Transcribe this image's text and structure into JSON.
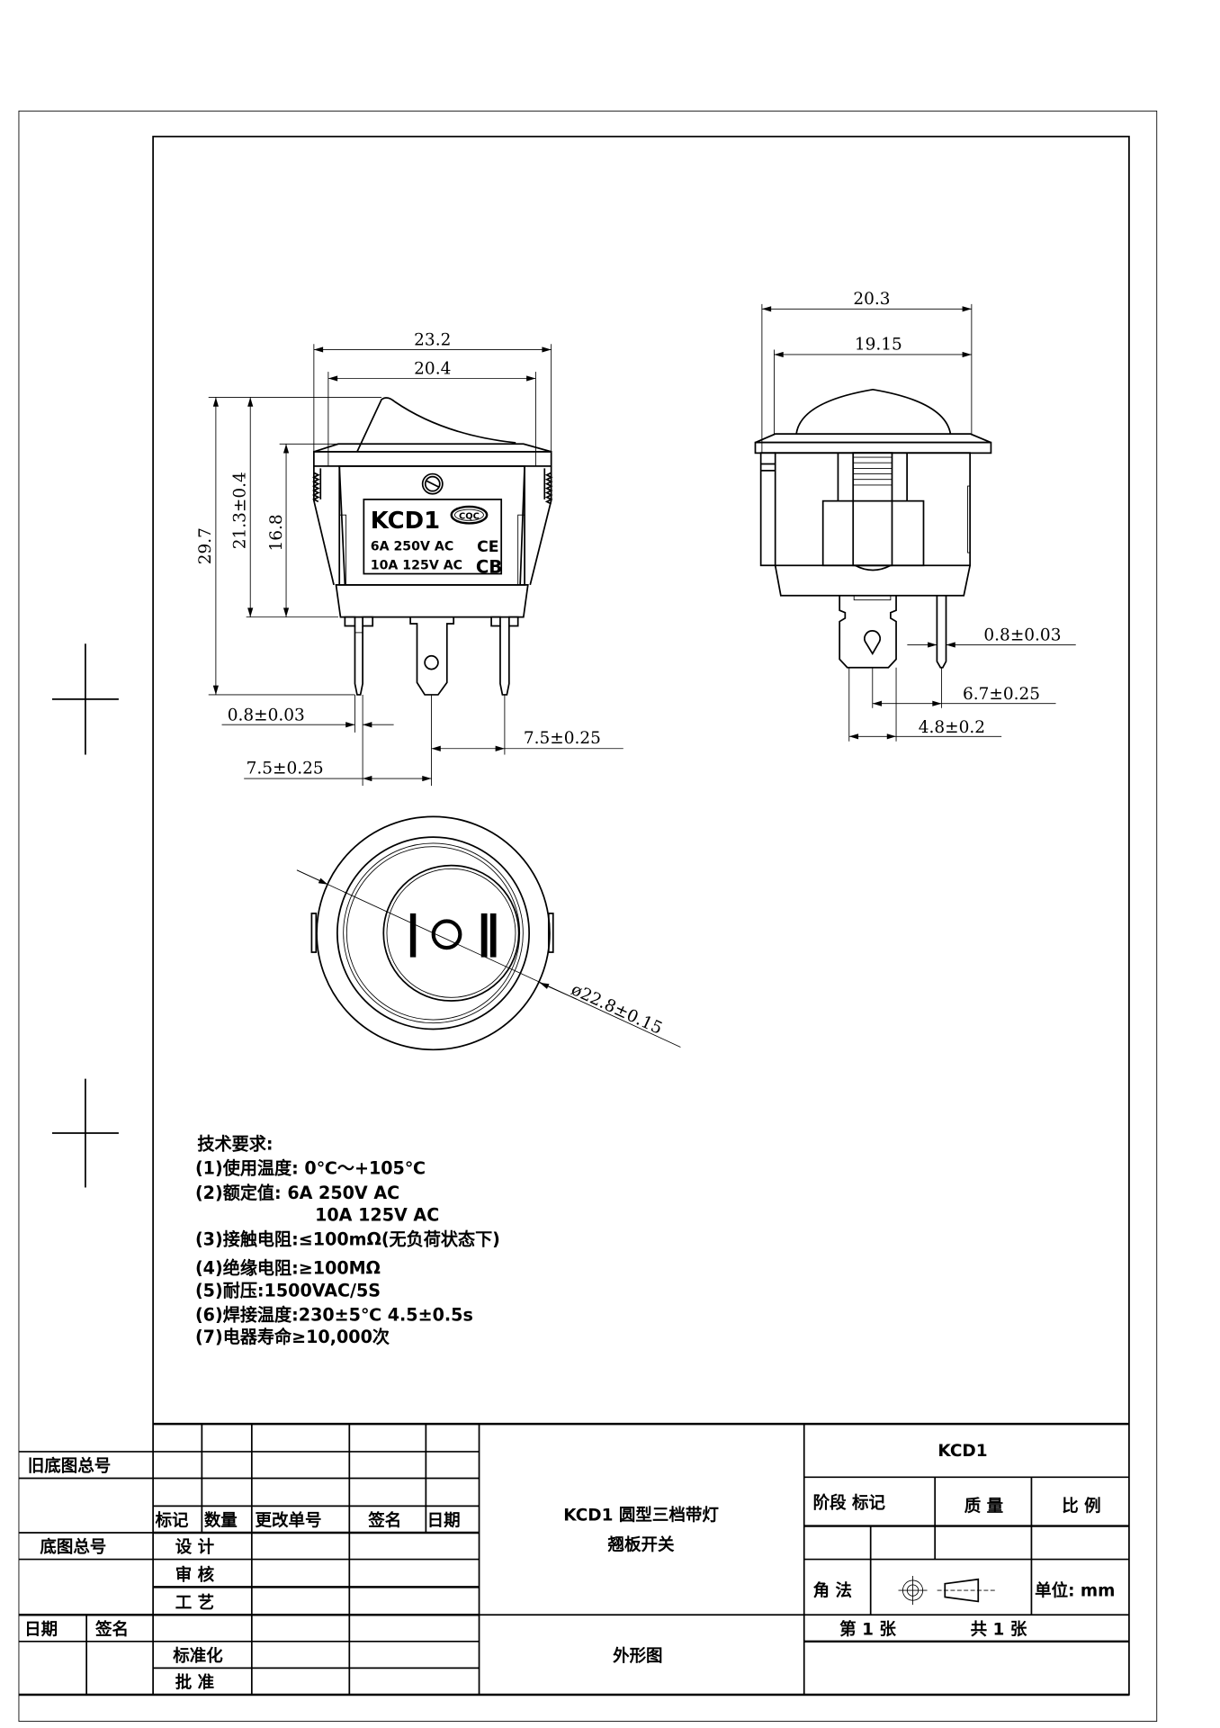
{
  "front_view": {
    "dims": {
      "overall_width": "23.2",
      "body_width": "20.4",
      "overall_height": "29.7",
      "body_height": "21.3±0.4",
      "flange_to_base": "16.8",
      "pin_thickness": "0.8±0.03",
      "pin_pitch_right": "7.5±0.25",
      "pin_pitch_left": "7.5±0.25"
    },
    "label_panel": {
      "model": "KCD1",
      "rating_1": "6A  250V  AC",
      "rating_2": "10A 125V  AC",
      "cert_1": "CQC",
      "cert_2": "CE",
      "cert_3": "CB"
    }
  },
  "side_view": {
    "dims": {
      "flange_width": "20.3",
      "body_width": "19.15",
      "pin_thickness": "0.8±0.03",
      "pin_spacing": "6.7±0.25",
      "blade_width": "4.8±0.2"
    }
  },
  "top_view": {
    "diameter": "ø22.8±0.15",
    "symbol_positions": [
      "I",
      "O",
      "II"
    ]
  },
  "tech_requirements": {
    "title": "技术要求:",
    "lines": [
      "(1)使用温度:   0℃～+105℃",
      "(2)额定值:   6A 250V AC",
      "10A 125V AC",
      "(3)接触电阻:≤100mΩ(无负荷状态下)",
      "(4)绝缘电阻:≥100MΩ",
      "(5)耐压:1500VAC/5S",
      "(6)焊接温度:230±5℃ 4.5±0.5s",
      "(7)电器寿命≥10,000次"
    ]
  },
  "title_block": {
    "old_base_no": "旧底图总号",
    "base_no": "底图总号",
    "date": "日期",
    "signature": "签名",
    "rev_headers": [
      "标记",
      "数量",
      "更改单号",
      "签名",
      "日期"
    ],
    "roles": [
      "设 计",
      "审 核",
      "工 艺",
      "标准化",
      "批 准"
    ],
    "title_line_1": "KCD1 圆型三档带灯",
    "title_line_2": "翘板开关",
    "drawing_type": "外形图",
    "part_no": "KCD1",
    "stage_mark": "阶段  标记",
    "mass": "质 量",
    "scale": "比 例",
    "projection": "角 法",
    "unit": "单位: mm",
    "sheet": "第 1 张",
    "total": "共 1 张"
  }
}
